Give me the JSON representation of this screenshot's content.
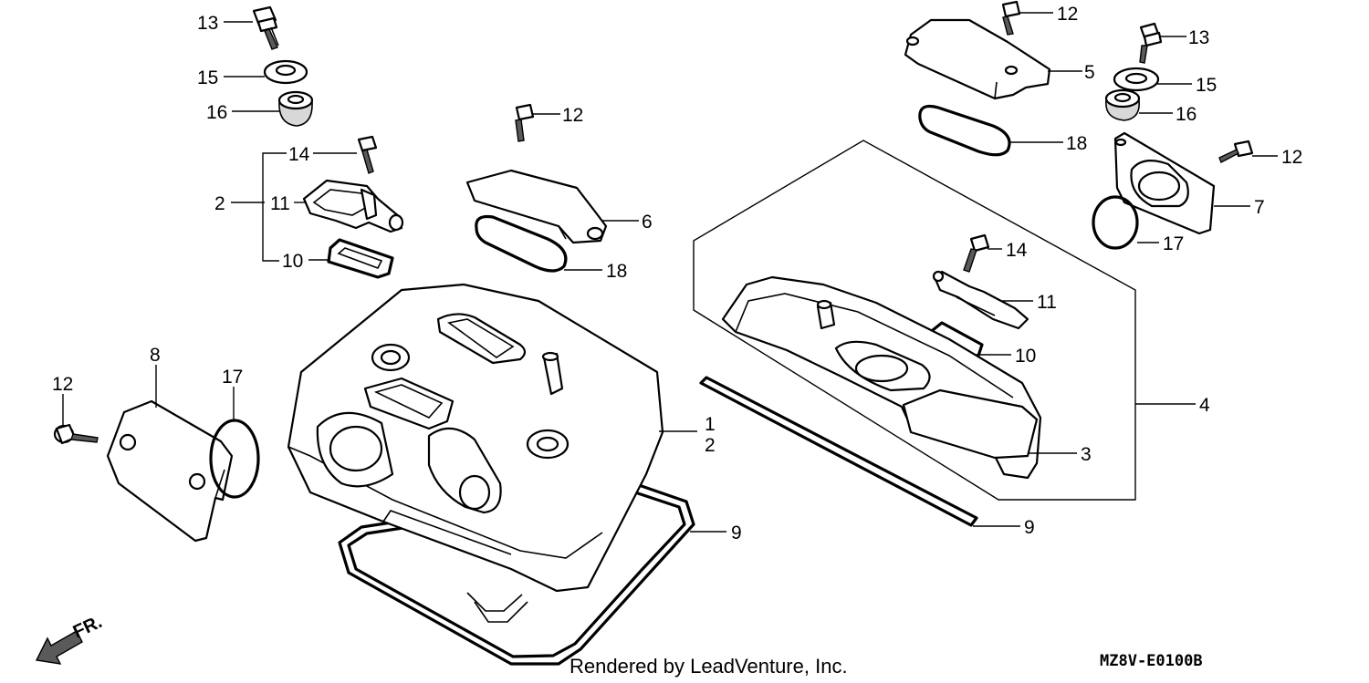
{
  "diagram": {
    "credit": "Rendered by LeadVenture, Inc.",
    "diagram_code": "MZ8V-E0100B",
    "direction_label": "FR.",
    "callouts": {
      "c13a": "13",
      "c15a": "15",
      "c16a": "16",
      "c14a": "14",
      "c2a": "2",
      "c11a": "11",
      "c10a": "10",
      "c12a": "12",
      "c6": "6",
      "c18a": "18",
      "c8": "8",
      "c17a": "17",
      "c12b": "12",
      "c1": "1",
      "c2b": "2",
      "c9a": "9",
      "c12c": "12",
      "c5": "5",
      "c18b": "18",
      "c13b": "13",
      "c15b": "15",
      "c16b": "16",
      "c12d": "12",
      "c7": "7",
      "c17b": "17",
      "c14b": "14",
      "c11b": "11",
      "c10b": "10",
      "c4": "4",
      "c3": "3",
      "c9b": "9"
    }
  }
}
